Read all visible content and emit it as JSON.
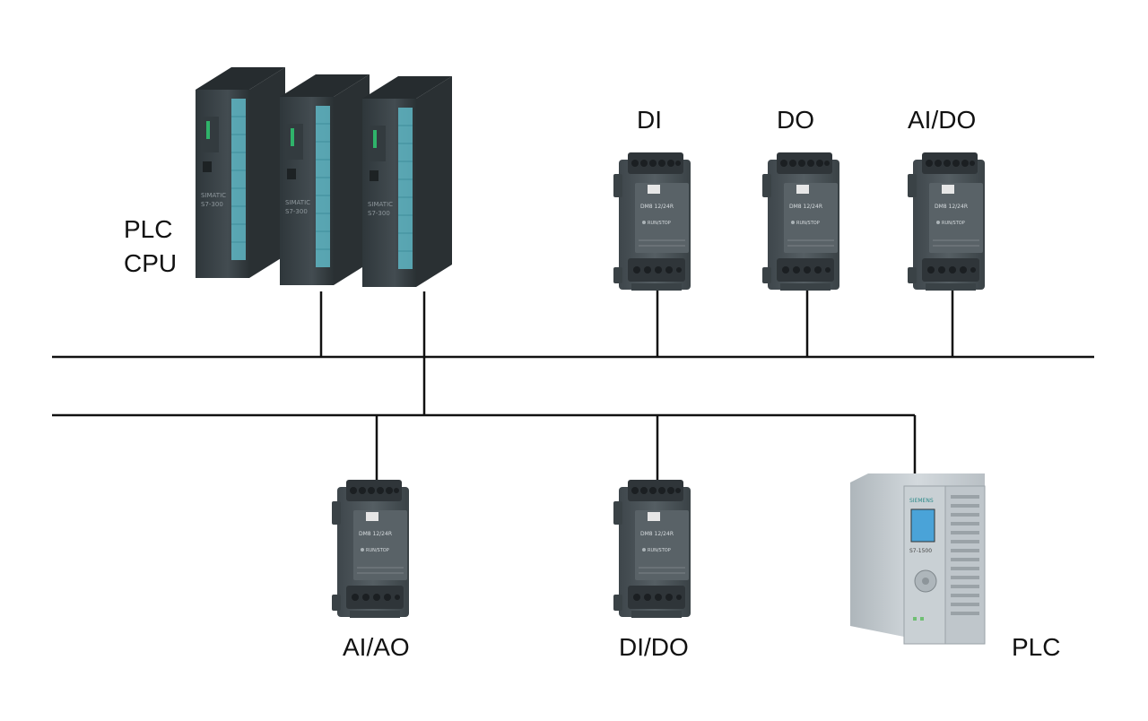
{
  "labels": {
    "plc_cpu_line1": "PLC",
    "plc_cpu_line2": "CPU",
    "di": "DI",
    "do": "DO",
    "ai_do": "AI/DO",
    "ai_ao": "AI/AO",
    "di_do": "DI/DO",
    "plc": "PLC"
  },
  "device_text": {
    "module_brand": "DM8 12/24R",
    "module_status": "RUN/STOP",
    "cpu_brand": "SIMATIC",
    "cpu_model": "S7-300",
    "plc_brand": "SIEMENS",
    "plc_model": "S7-1500"
  },
  "colors": {
    "background": "#ffffff",
    "lines": "#111111",
    "module_body": "#4a5257",
    "module_dark": "#2f3539",
    "cpu_body": "#3b4448",
    "cpu_led_strip": "#5fb7c6",
    "plc_body": "#c5ccd1",
    "plc_screen": "#4aa3d8"
  }
}
